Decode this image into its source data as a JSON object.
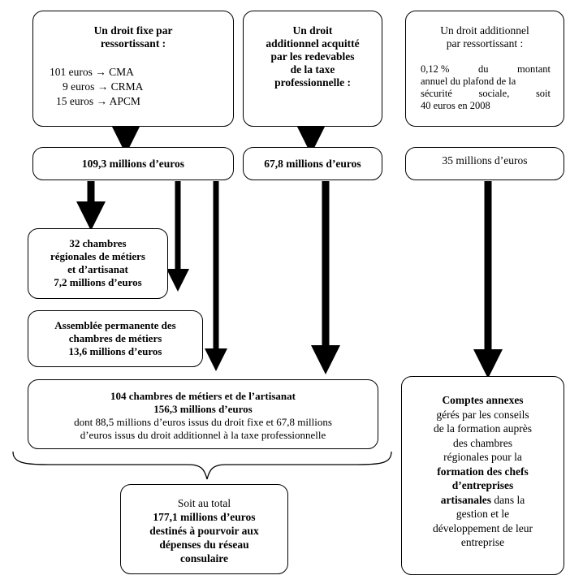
{
  "col1": {
    "source": {
      "title_l1": "Un droit fixe par",
      "title_l2": "ressortissant :",
      "rows": [
        "101 euros → CMA",
        "9 euros → CRMA",
        "15 euros → APCM"
      ]
    },
    "total": "109,3 millions d’euros",
    "crma": [
      "32 chambres",
      "régionales de métiers",
      "et d’artisanat",
      "7,2 millions d’euros"
    ],
    "apcm": [
      "Assemblée permanente des",
      "chambres de métiers",
      "13,6 millions d’euros"
    ],
    "cma": {
      "l1": "104 chambres de métiers et de l’artisanat",
      "l2": "156,3 millions d’euros",
      "l3": "dont 88,5 millions d’euros issus du droit fixe et 67,8 millions",
      "l4": "d’euros issus du droit additionnel à la taxe professionnelle"
    },
    "sum": {
      "l1": "Soit au total",
      "l2": "177,1 millions d’euros",
      "l3": "destinés à pourvoir aux",
      "l4": "dépenses du réseau",
      "l5": "consulaire"
    }
  },
  "col2": {
    "source": [
      "Un droit",
      "additionnel acquitté",
      "par les redevables",
      "de la taxe",
      "professionnelle :"
    ],
    "total": "67,8 millions d’euros"
  },
  "col3": {
    "source": {
      "title_l1": "Un droit additionnel",
      "title_l2": "par ressortissant :",
      "body_l1a": "0,12 %",
      "body_l1b": "du",
      "body_l1c": "montant",
      "body_l2": "annuel du plafond de la",
      "body_l3a": "sécurité",
      "body_l3b": "sociale,",
      "body_l3c": "soit",
      "body_l4": "40 euros en 2008"
    },
    "total": "35 millions d’euros",
    "comptes": {
      "l1": "Comptes annexes",
      "l2": "gérés par les conseils",
      "l3": "de la formation auprès",
      "l4": "des chambres",
      "l5": "régionales pour la",
      "l6": "formation des chefs",
      "l7": "d’entreprises",
      "l8a": "artisanales",
      "l8b": " dans la",
      "l9": "gestion et le",
      "l10": "développement de leur",
      "l11": "entreprise"
    }
  }
}
